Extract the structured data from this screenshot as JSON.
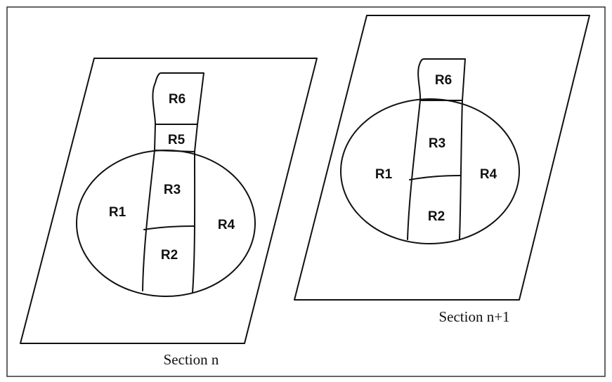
{
  "sections": [
    {
      "caption": "Section n",
      "regions": [
        "R1",
        "R2",
        "R3",
        "R4",
        "R5",
        "R6"
      ]
    },
    {
      "caption": "Section n+1",
      "regions": [
        "R1",
        "R2",
        "R3",
        "R4",
        "R6"
      ]
    }
  ]
}
